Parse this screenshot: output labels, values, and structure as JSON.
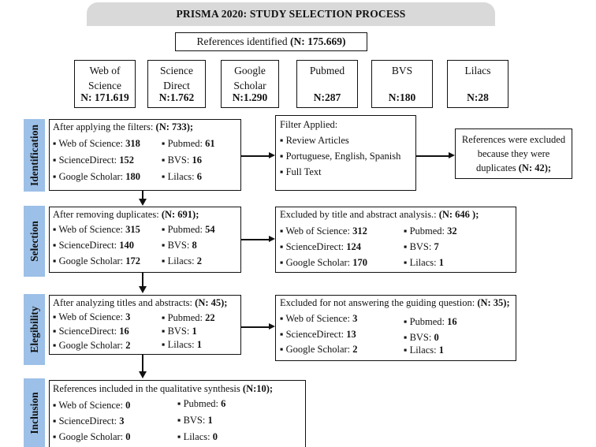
{
  "title": "PRISMA 2020: STUDY SELECTION PROCESS",
  "references_identified": {
    "label": "References identified ",
    "count": "(N: 175.669)"
  },
  "sources": [
    {
      "name": "Web of Science",
      "count": "N: 171.619"
    },
    {
      "name": "Science Direct",
      "count": "N:1.762"
    },
    {
      "name": "Google Scholar",
      "count": "N:1.290"
    },
    {
      "name": "Pubmed",
      "count": "N:287"
    },
    {
      "name": "BVS",
      "count": "N:180"
    },
    {
      "name": "Lilacs",
      "count": "N:28"
    }
  ],
  "stages": {
    "identification": "Identification",
    "selection": "Selection",
    "elegibility": "Elegibility",
    "inclusion": "Inclusion"
  },
  "identification": {
    "heading": "After applying the filters: ",
    "heading_count": "(N: 733);",
    "left": [
      {
        "name": "Web of Science: ",
        "value": "318"
      },
      {
        "name": "ScienceDirect: ",
        "value": "152"
      },
      {
        "name": "Google Scholar: ",
        "value": "180"
      }
    ],
    "right": [
      {
        "name": "Pubmed: ",
        "value": "61"
      },
      {
        "name": "BVS: ",
        "value": "16"
      },
      {
        "name": "Lilacs: ",
        "value": "6"
      }
    ],
    "filter": {
      "heading": "Filter Applied:",
      "items": [
        "Review Articles",
        "Portuguese, English, Spanish",
        "Full Text"
      ]
    },
    "excluded": {
      "line1": "References were excluded",
      "line2": "because they were",
      "line3": "duplicates ",
      "count": "(N: 42);"
    }
  },
  "selection": {
    "heading": "After removing duplicates: ",
    "heading_count": "(N: 691);",
    "left": [
      {
        "name": "Web of Science: ",
        "value": "315"
      },
      {
        "name": "ScienceDirect: ",
        "value": "140"
      },
      {
        "name": "Google Scholar: ",
        "value": "172"
      }
    ],
    "right": [
      {
        "name": "Pubmed: ",
        "value": "54"
      },
      {
        "name": "BVS: ",
        "value": "8"
      },
      {
        "name": "Lilacs: ",
        "value": "2"
      }
    ],
    "excluded": {
      "heading": "Excluded by title and abstract analysis.: ",
      "heading_count": "(N: 646 );",
      "left": [
        {
          "name": "Web of Science: ",
          "value": "312"
        },
        {
          "name": "ScienceDirect: ",
          "value": "124"
        },
        {
          "name": "Google Scholar: ",
          "value": "170"
        }
      ],
      "right": [
        {
          "name": "Pubmed: ",
          "value": "32"
        },
        {
          "name": "BVS: ",
          "value": "7"
        },
        {
          "name": "Lilacs: ",
          "value": "1"
        }
      ]
    }
  },
  "elegibility": {
    "heading": "After analyzing titles and abstracts: ",
    "heading_count": "(N: 45);",
    "left": [
      {
        "name": "Web of Science: ",
        "value": "3"
      },
      {
        "name": "ScienceDirect: ",
        "value": "16"
      },
      {
        "name": "Google Scholar: ",
        "value": "2"
      }
    ],
    "right": [
      {
        "name": "Pubmed: ",
        "value": "22"
      },
      {
        "name": "BVS: ",
        "value": "1"
      },
      {
        "name": "Lilacs: ",
        "value": "1"
      }
    ],
    "excluded": {
      "heading": "Excluded for not answering the guiding question: ",
      "heading_count": "(N: 35);",
      "left": [
        {
          "name": "Web of Science: ",
          "value": "3"
        },
        {
          "name": "ScienceDirect: ",
          "value": "13"
        },
        {
          "name": "Google Scholar: ",
          "value": "2"
        }
      ],
      "right": [
        {
          "name": "Pubmed: ",
          "value": "16"
        },
        {
          "name": "BVS: ",
          "value": "0"
        },
        {
          "name": "Lilacs: ",
          "value": "1"
        }
      ]
    }
  },
  "inclusion": {
    "heading": "References included in the qualitative synthesis ",
    "heading_count": "(N:10);",
    "left": [
      {
        "name": "Web of Science: ",
        "value": "0"
      },
      {
        "name": "ScienceDirect: ",
        "value": "3"
      },
      {
        "name": "Google Scholar: ",
        "value": "0"
      }
    ],
    "right": [
      {
        "name": "Pubmed: ",
        "value": "6"
      },
      {
        "name": "BVS: ",
        "value": "1"
      },
      {
        "name": "Lilacs: ",
        "value": "0"
      }
    ]
  },
  "colors": {
    "stage_label_bg": "#9cc0e7",
    "banner_bg": "#d9d9d9"
  }
}
